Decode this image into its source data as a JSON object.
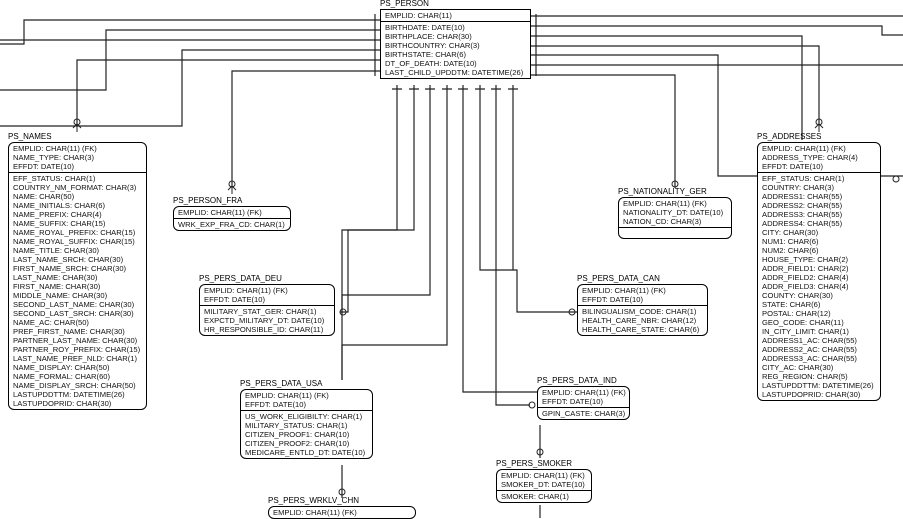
{
  "entities": {
    "person": {
      "name": "PS_PERSON",
      "pk": [
        "EMPLID: CHAR(11)"
      ],
      "attrs": [
        "BIRTHDATE: DATE(10)",
        "BIRTHPLACE: CHAR(30)",
        "BIRTHCOUNTRY: CHAR(3)",
        "BIRTHSTATE: CHAR(6)",
        "DT_OF_DEATH: DATE(10)",
        "LAST_CHILD_UPDDTM: DATETIME(26)"
      ]
    },
    "names": {
      "name": "PS_NAMES",
      "pk": [
        "EMPLID: CHAR(11) (FK)",
        "NAME_TYPE: CHAR(3)",
        "EFFDT: DATE(10)"
      ],
      "attrs": [
        "EFF_STATUS: CHAR(1)",
        "COUNTRY_NM_FORMAT: CHAR(3)",
        "NAME: CHAR(50)",
        "NAME_INITIALS: CHAR(6)",
        "NAME_PREFIX: CHAR(4)",
        "NAME_SUFFIX: CHAR(15)",
        "NAME_ROYAL_PREFIX: CHAR(15)",
        "NAME_ROYAL_SUFFIX: CHAR(15)",
        "NAME_TITLE: CHAR(30)",
        "LAST_NAME_SRCH: CHAR(30)",
        "FIRST_NAME_SRCH: CHAR(30)",
        "LAST_NAME: CHAR(30)",
        "FIRST_NAME: CHAR(30)",
        "MIDDLE_NAME: CHAR(30)",
        "SECOND_LAST_NAME: CHAR(30)",
        "SECOND_LAST_SRCH: CHAR(30)",
        "NAME_AC: CHAR(50)",
        "PREF_FIRST_NAME: CHAR(30)",
        "PARTNER_LAST_NAME: CHAR(30)",
        "PARTNER_ROY_PREFIX: CHAR(15)",
        "LAST_NAME_PREF_NLD: CHAR(1)",
        "NAME_DISPLAY: CHAR(50)",
        "NAME_FORMAL: CHAR(60)",
        "NAME_DISPLAY_SRCH: CHAR(50)",
        "LASTUPDDTTM: DATETIME(26)",
        "LASTUPDOPRID: CHAR(30)"
      ]
    },
    "person_fra": {
      "name": "PS_PERSON_FRA",
      "pk": [
        "EMPLID: CHAR(11) (FK)"
      ],
      "attrs": [
        "WRK_EXP_FRA_CD: CHAR(1)"
      ]
    },
    "pers_data_deu": {
      "name": "PS_PERS_DATA_DEU",
      "pk": [
        "EMPLID: CHAR(11) (FK)",
        "EFFDT: DATE(10)"
      ],
      "attrs": [
        "MILITARY_STAT_GER: CHAR(1)",
        "EXPCTD_MILITARY_DT: DATE(10)",
        "HR_RESPONSIBLE_ID: CHAR(11)"
      ]
    },
    "pers_data_usa": {
      "name": "PS_PERS_DATA_USA",
      "pk": [
        "EMPLID: CHAR(11) (FK)",
        "EFFDT: DATE(10)"
      ],
      "attrs": [
        "US_WORK_ELIGIBILTY: CHAR(1)",
        "MILITARY_STATUS: CHAR(1)",
        "CITIZEN_PROOF1: CHAR(10)",
        "CITIZEN_PROOF2: CHAR(10)",
        "MEDICARE_ENTLD_DT: DATE(10)"
      ]
    },
    "pers_wrklv_chn": {
      "name": "PS_PERS_WRKLV_CHN",
      "pk": [
        "EMPLID: CHAR(11) (FK)"
      ],
      "attrs": []
    },
    "pers_data_can": {
      "name": "PS_PERS_DATA_CAN",
      "pk": [
        "EMPLID: CHAR(11) (FK)",
        "EFFDT: DATE(10)"
      ],
      "attrs": [
        "BILINGUALISM_CODE: CHAR(1)",
        "HEALTH_CARE_NBR: CHAR(12)",
        "HEALTH_CARE_STATE: CHAR(6)"
      ]
    },
    "nationality_ger": {
      "name": "PS_NATIONALITY_GER",
      "pk": [
        "EMPLID: CHAR(11) (FK)",
        "NATIONALITY_DT: DATE(10)",
        "NATION_CD: CHAR(3)"
      ],
      "attrs": []
    },
    "pers_data_ind": {
      "name": "PS_PERS_DATA_IND",
      "pk": [
        "EMPLID: CHAR(11) (FK)",
        "EFFDT: DATE(10)"
      ],
      "attrs": [
        "GPIN_CASTE: CHAR(3)"
      ]
    },
    "pers_smoker": {
      "name": "PS_PERS_SMOKER",
      "pk": [
        "EMPLID: CHAR(11) (FK)",
        "SMOKER_DT: DATE(10)"
      ],
      "attrs": [
        "SMOKER: CHAR(1)"
      ]
    },
    "addresses": {
      "name": "PS_ADDRESSES",
      "pk": [
        "EMPLID: CHAR(11) (FK)",
        "ADDRESS_TYPE: CHAR(4)",
        "EFFDT: DATE(10)"
      ],
      "attrs": [
        "EFF_STATUS: CHAR(1)",
        "COUNTRY: CHAR(3)",
        "ADDRESS1: CHAR(55)",
        "ADDRESS2: CHAR(55)",
        "ADDRESS3: CHAR(55)",
        "ADDRESS4: CHAR(55)",
        "CITY: CHAR(30)",
        "NUM1: CHAR(6)",
        "NUM2: CHAR(6)",
        "HOUSE_TYPE: CHAR(2)",
        "ADDR_FIELD1: CHAR(2)",
        "ADDR_FIELD2: CHAR(4)",
        "ADDR_FIELD3: CHAR(4)",
        "COUNTY: CHAR(30)",
        "STATE: CHAR(6)",
        "POSTAL: CHAR(12)",
        "GEO_CODE: CHAR(11)",
        "IN_CITY_LIMIT: CHAR(1)",
        "ADDRESS1_AC: CHAR(55)",
        "ADDRESS2_AC: CHAR(55)",
        "ADDRESS3_AC: CHAR(55)",
        "CITY_AC: CHAR(30)",
        "REG_REGION: CHAR(5)",
        "LASTUPDDTTM: DATETIME(26)",
        "LASTUPDOPRID: CHAR(30)"
      ]
    }
  },
  "relationships": [
    {
      "from": "PS_PERSON",
      "to": "PS_NAMES"
    },
    {
      "from": "PS_PERSON",
      "to": "PS_PERSON_FRA"
    },
    {
      "from": "PS_PERSON",
      "to": "PS_PERS_DATA_DEU"
    },
    {
      "from": "PS_PERSON",
      "to": "PS_PERS_DATA_USA"
    },
    {
      "from": "PS_PERSON",
      "to": "PS_PERS_WRKLV_CHN"
    },
    {
      "from": "PS_PERSON",
      "to": "PS_PERS_DATA_CAN"
    },
    {
      "from": "PS_PERSON",
      "to": "PS_NATIONALITY_GER"
    },
    {
      "from": "PS_PERSON",
      "to": "PS_PERS_DATA_IND"
    },
    {
      "from": "PS_PERSON",
      "to": "PS_PERS_SMOKER"
    },
    {
      "from": "PS_PERSON",
      "to": "PS_ADDRESSES"
    }
  ]
}
